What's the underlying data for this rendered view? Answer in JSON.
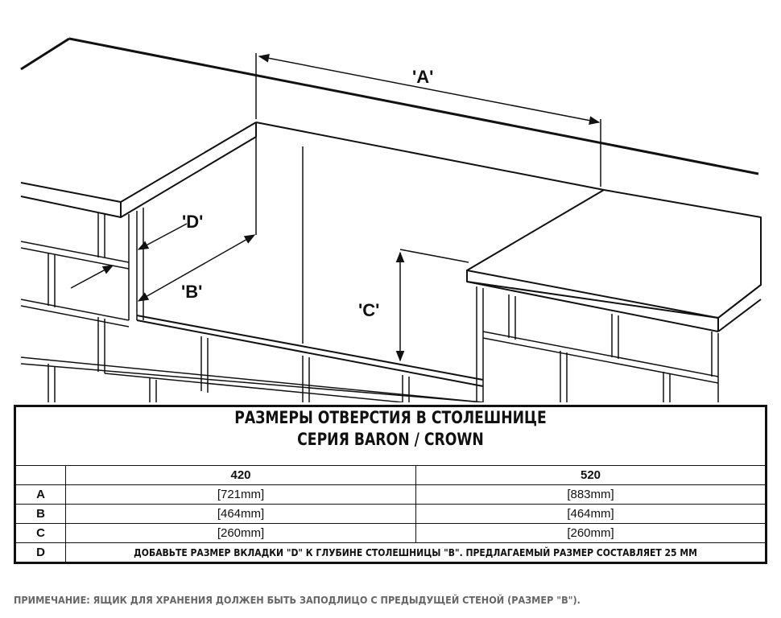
{
  "diagram": {
    "labels": {
      "a": "'A'",
      "b": "'B'",
      "c": "'C'",
      "d": "'D'"
    }
  },
  "table": {
    "title_line1": "РАЗМЕРЫ ОТВЕРСТИЯ В СТОЛЕШНИЦЕ",
    "title_line2": "СЕРИЯ BARON / CROWN",
    "columns": [
      "420",
      "520"
    ],
    "rows": [
      {
        "label": "A",
        "v420": "[721mm]",
        "v520": "[883mm]"
      },
      {
        "label": "B",
        "v420": "[464mm]",
        "v520": "[464mm]"
      },
      {
        "label": "C",
        "v420": "[260mm]",
        "v520": "[260mm]"
      }
    ],
    "row_d": {
      "label": "D",
      "note": "ДОБАВЬТЕ РАЗМЕР ВКЛАДКИ \"D\" К ГЛУБИНЕ СТОЛЕШНИЦЫ \"B\". ПРЕДЛАГАЕМЫЙ РАЗМЕР СОСТАВЛЯЕТ 25 ММ"
    }
  },
  "footnote": "ПРИМЕЧАНИЕ: ЯЩИК ДЛЯ ХРАНЕНИЯ ДОЛЖЕН БЫТЬ ЗАПОДЛИЦО С ПРЕДЫДУЩЕЙ СТЕНОЙ (РАЗМЕР \"B\")."
}
